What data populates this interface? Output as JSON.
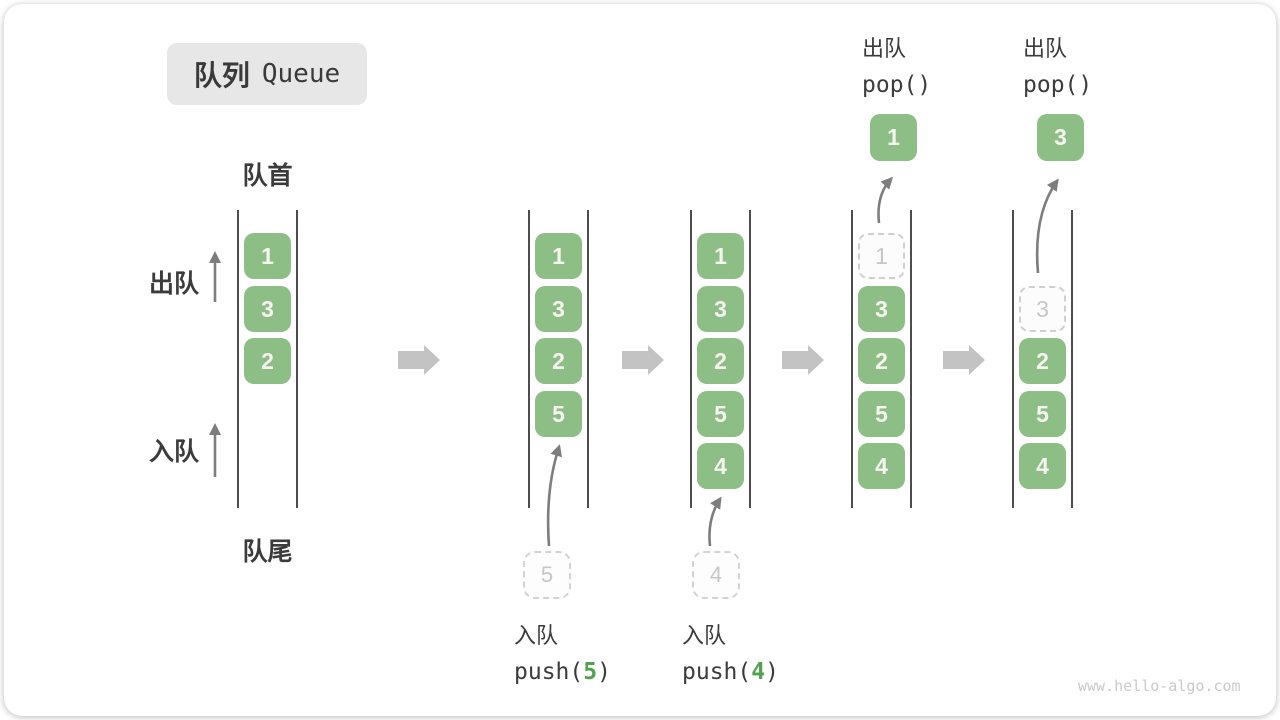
{
  "title": {
    "zh": "队列",
    "en": "Queue"
  },
  "labels": {
    "front": "队首",
    "rear": "队尾",
    "dequeue": "出队",
    "enqueue": "入队"
  },
  "operations": {
    "push5": {
      "label": "入队",
      "code_pre": "push(",
      "code_arg": "5",
      "code_post": ")"
    },
    "push4": {
      "label": "入队",
      "code_pre": "push(",
      "code_arg": "4",
      "code_post": ")"
    },
    "pop1": {
      "label": "出队",
      "code": "pop()"
    },
    "pop2": {
      "label": "出队",
      "code": "pop()"
    }
  },
  "queues": [
    {
      "items": [
        {
          "v": "1"
        },
        {
          "v": "3"
        },
        {
          "v": "2"
        }
      ]
    },
    {
      "items": [
        {
          "v": "1"
        },
        {
          "v": "3"
        },
        {
          "v": "2"
        },
        {
          "v": "5"
        }
      ],
      "staging": "5"
    },
    {
      "items": [
        {
          "v": "1"
        },
        {
          "v": "3"
        },
        {
          "v": "2"
        },
        {
          "v": "5"
        },
        {
          "v": "4"
        }
      ],
      "staging": "4"
    },
    {
      "items": [
        {
          "v": "1",
          "state": "ghost"
        },
        {
          "v": "3"
        },
        {
          "v": "2"
        },
        {
          "v": "5"
        },
        {
          "v": "4"
        }
      ],
      "popped": "1"
    },
    {
      "items": [
        {
          "v": "3",
          "state": "ghost"
        },
        {
          "v": "2"
        },
        {
          "v": "5"
        },
        {
          "v": "4"
        }
      ],
      "popped": "3"
    }
  ],
  "colors": {
    "box_green": "#8cbe86",
    "code_green": "#51a14f",
    "ghost_gray": "#c6c6c6",
    "text_dark": "#3b3b3b",
    "thin_arrow_gray": "#7d7d7d",
    "block_arrow_gray": "#c3c3c3",
    "queue_line": "#4d4d4d",
    "title_bg": "#e7e7e7"
  },
  "watermark": "www.hello-algo.com"
}
